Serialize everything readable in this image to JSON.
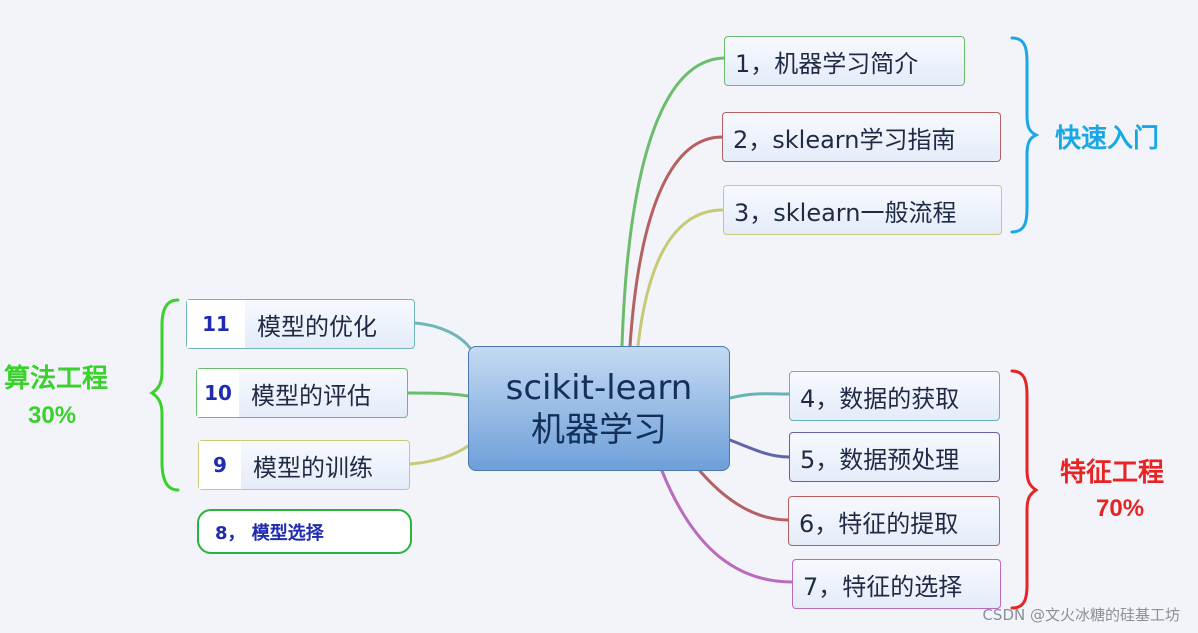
{
  "center": {
    "line1": "scikit-learn",
    "line2": "机器学习"
  },
  "right_top_nodes": [
    {
      "label": "1，机器学习简介",
      "color": "#6bbd6b"
    },
    {
      "label": "2，sklearn学习指南",
      "color": "#b56161"
    },
    {
      "label": "3，sklearn一般流程",
      "color": "#c8c977"
    }
  ],
  "right_bottom_nodes": [
    {
      "label": "4，数据的获取",
      "color": "#67b4b2"
    },
    {
      "label": "5，数据预处理",
      "color": "#6164a8"
    },
    {
      "label": "6，特征的提取",
      "color": "#b56161"
    },
    {
      "label": "7，特征的选择",
      "color": "#bb6bbd"
    }
  ],
  "left_nodes": [
    {
      "num": "11",
      "text": "模型的优化",
      "color": "#6fb7b6"
    },
    {
      "num": "10",
      "text": "模型的评估",
      "color": "#6bbd6b"
    },
    {
      "num": "9",
      "text": "模型的训练",
      "color": "#c8c977"
    }
  ],
  "selection_node": {
    "label": "8， 模型选择"
  },
  "groups": {
    "quick_start": {
      "label": "快速入门",
      "color": "#1aa7e6"
    },
    "feature_engineering": {
      "label": "特征工程",
      "pct": "70%",
      "color": "#e82323"
    },
    "algorithm_engineering": {
      "label": "算法工程",
      "pct": "30%",
      "color": "#3ad12c"
    }
  },
  "watermark": "CSDN @文火冰糖的硅基工坊"
}
